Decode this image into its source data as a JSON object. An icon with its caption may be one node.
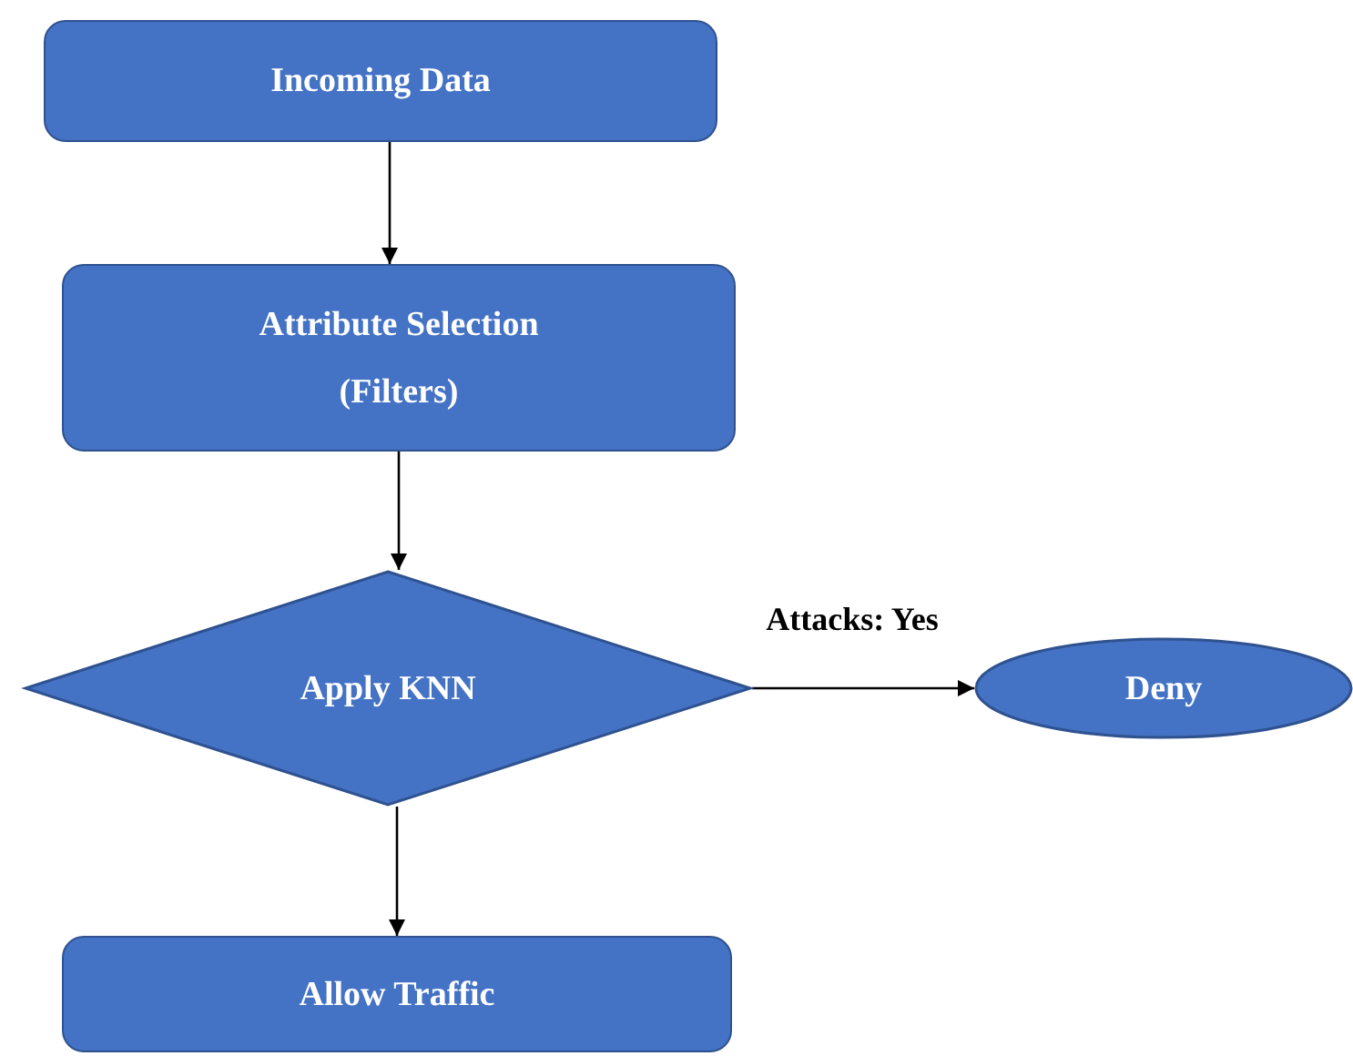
{
  "diagram": {
    "nodes": [
      {
        "text": [
          "Incoming Data"
        ]
      },
      {
        "text": [
          "Attribute Selection (Filters)"
        ]
      },
      {
        "text": [
          "Apply KNN"
        ]
      },
      {
        "text": [
          "Deny"
        ]
      },
      {
        "text": [
          "Allow Traffic"
        ]
      }
    ],
    "edges": [
      {
        "from": 0,
        "to": 1,
        "arrow": "to"
      },
      {
        "from": 1,
        "to": 2,
        "arrow": "to"
      },
      {
        "from": 2,
        "to": 3,
        "arrow": "to",
        "label": "Attacks: Yes"
      },
      {
        "from": 2,
        "to": 4,
        "arrow": "to"
      }
    ]
  }
}
